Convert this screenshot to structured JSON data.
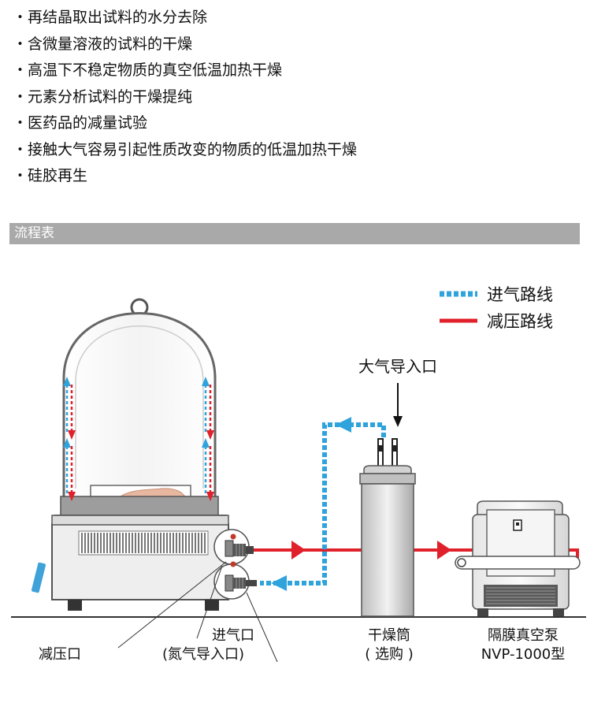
{
  "uses": [
    "再结晶取出试料的水分去除",
    "含微量溶液的试料的干燥",
    "高温下不稳定物质的真空低温加热干燥",
    "元素分析试料的干燥提纯",
    "医药品的减量试验",
    "接触大气容易引起性质改变的物质的低温加热干燥",
    "硅胶再生"
  ],
  "section_title": "流程表",
  "legend": {
    "intake_label": "进气路线",
    "vacuum_label": "减压路线"
  },
  "labels": {
    "atmosphere_inlet": "大气导入口",
    "dryer_tube": "干燥筒",
    "dryer_tube_note": "( 选购 )",
    "pump_name": "隔膜真空泵",
    "pump_model": "NVP-1000型",
    "gas_inlet": "进气口",
    "gas_inlet_note": "(氮气导入口)",
    "vacuum_port": "减压口"
  },
  "colors": {
    "intake_line": "#2fa3dc",
    "vacuum_line": "#e0202a",
    "section_bar": "#a9a9a9"
  }
}
